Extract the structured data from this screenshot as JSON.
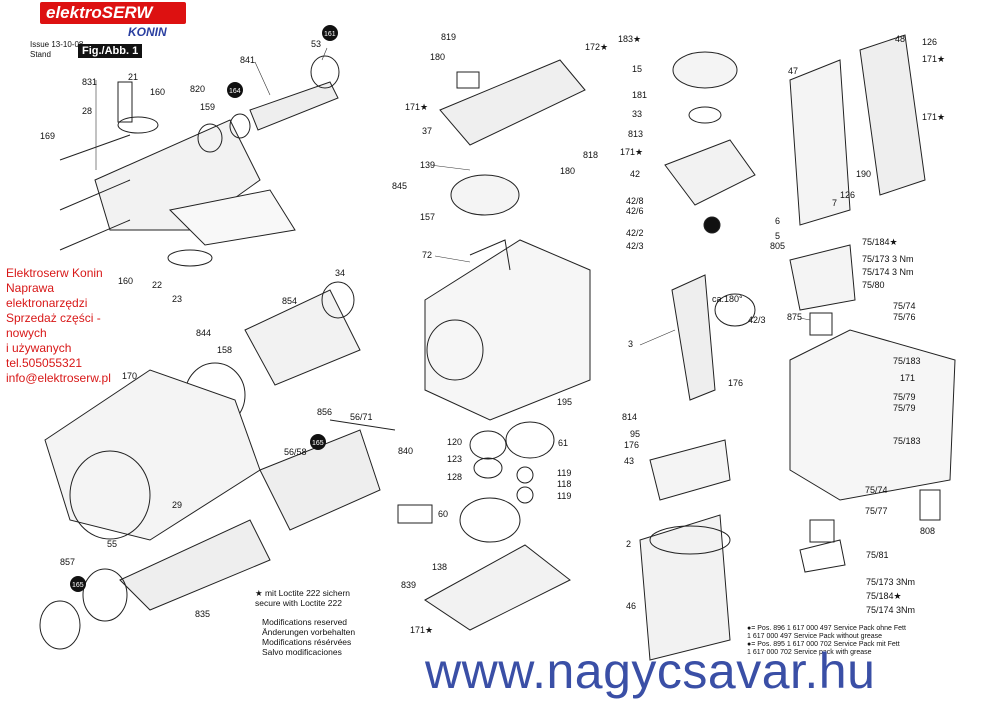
{
  "brand": {
    "logo_text": "elektroSERW",
    "city": "KONIN"
  },
  "doc_info": {
    "issue_line": "Issue  13-10-08",
    "stand_line": "Stand",
    "fig_label": "Fig./Abb. 1"
  },
  "shop_notice": [
    "Elektroserw Konin",
    "Naprawa",
    "elektronarzędzi",
    "Sprzedaż części -",
    "nowych",
    "i używanych",
    "tel.505055321",
    "info@elektroserw.pl"
  ],
  "loctite_note": [
    "★ mit Loctite 222 sichern",
    "secure with Loctite 222"
  ],
  "modification_notes": [
    "Modifications reserved",
    "Änderungen vorbehalten",
    "Modifications résérvées",
    "Salvo modificaciones"
  ],
  "service_packs": [
    "●= Pos. 896  1 617 000 497 Service Pack ohne Fett",
    "1 617 000 497 Service Pack without grease",
    "●= Pos. 895  1 617 000 702 Service Pack mit Fett",
    "1 617 000 702 Service pack with grease"
  ],
  "footer_url": "www.nagycsavar.hu",
  "part_labels": [
    "161",
    "53",
    "841",
    "164",
    "820",
    "159",
    "21",
    "160",
    "831",
    "28",
    "169",
    "23",
    "22",
    "34",
    "854",
    "844",
    "158",
    "170",
    "160",
    "856",
    "56/58",
    "165",
    "56/71",
    "29",
    "55",
    "857",
    "165",
    "835",
    "819",
    "180",
    "172★",
    "171★",
    "37",
    "818",
    "180",
    "139",
    "845",
    "157",
    "72",
    "195",
    "840",
    "120",
    "123",
    "128",
    "61",
    "119",
    "118",
    "119",
    "60",
    "138",
    "839",
    "171★",
    "183★",
    "15",
    "181",
    "33",
    "813",
    "171★",
    "42",
    "42/8",
    "42/6",
    "42/2",
    "42/3",
    "3",
    "814",
    "95",
    "176",
    "43",
    "176",
    "2",
    "46",
    "48",
    "126",
    "47",
    "171★",
    "171★",
    "190",
    "7",
    "126",
    "6",
    "5",
    "805",
    "75/184★",
    "75/173 3 Nm",
    "75/174 3 Nm",
    "75/80",
    "875",
    "75/74",
    "75/76",
    "75/183",
    "171",
    "75/79",
    "75/79",
    "75/183",
    "75/74",
    "75/77",
    "808",
    "75/81",
    "75/173 3Nm",
    "75/184★",
    "75/174 3Nm",
    "ca.180°",
    "42/3"
  ],
  "colors": {
    "brand_red": "#dd1111",
    "shop_text": "#d81818",
    "footer_blue": "#3a4fa6"
  }
}
